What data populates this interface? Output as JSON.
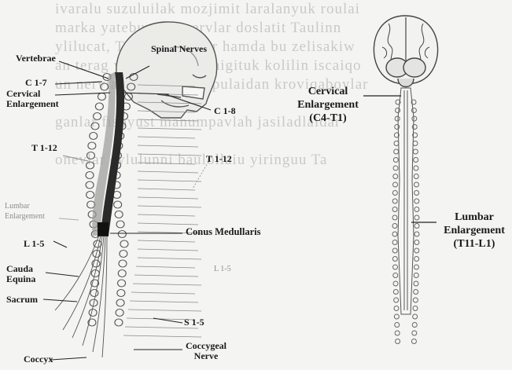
{
  "background_text": [
    "ivaralu suzuluilak mozjimit laralanyuk roulai",
    "marka yatebuvelin nervlar doslatit Taulinn",
    "ylilucat, Tursom nervlar hamda bu zelisakiw",
    "an terag yerinquuelim inigituk kolilin iscaiqo",
    "un nervlarni kerpiti vinpulaidan kroviqaboylar",
    "",
    "ganlar fisoyust manumpavlah jasiladlaidar",
    "",
    "onevlar cylulunni baulollaiu yiringuu Ta"
  ],
  "left_labels": {
    "vertebrae": "Vertebrae",
    "spinal_nerves": "Spinal Nerves",
    "c17": "C 1-7",
    "cervical_line1": "Cervical",
    "cervical_line2": "Enlargement",
    "c18": "C 1-8",
    "t112_left": "T 1-12",
    "t112_right": "T 1-12",
    "lumbar_line1": "Lumbar",
    "lumbar_line2": "Enlargement",
    "conus": "Conus Medullaris",
    "l15_left": "L 1-5",
    "l15_right": "L 1-5",
    "cauda_line1": "Cauda",
    "cauda_line2": "Equina",
    "sacrum": "Sacrum",
    "s15": "S 1-5",
    "coccygeal_line1": "Coccygeal",
    "coccygeal_line2": "Nerve",
    "coccyx": "Coccyx"
  },
  "right_labels": {
    "cervical_line1": "Cervical",
    "cervical_line2": "Enlargement",
    "cervical_range": "(C4-T1)",
    "lumbar_line1": "Lumbar",
    "lumbar_line2": "Enlargement",
    "lumbar_range": "(T11-L1)"
  }
}
